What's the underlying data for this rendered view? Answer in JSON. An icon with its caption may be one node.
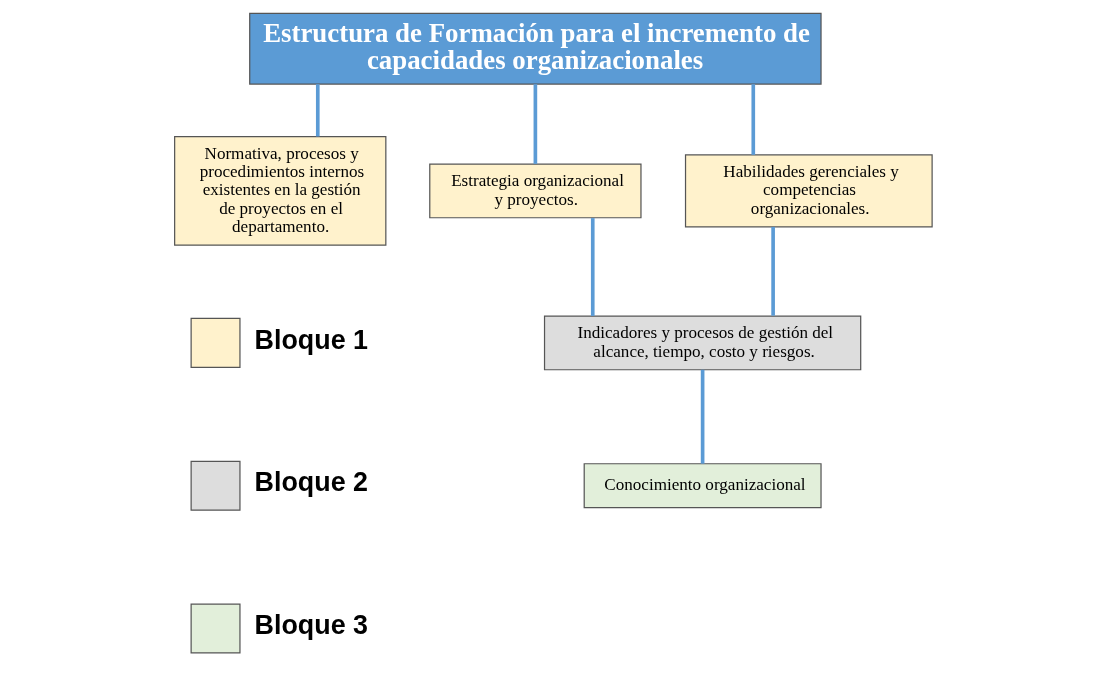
{
  "diagram": {
    "nodes": [
      {
        "text": [
          "Estructura de Formación para el incremento de capacidades organizacionales"
        ]
      },
      {
        "text": [
          "Normativa, procesos y procedimientos internos existentes en la gestión de proyectos en el departamento."
        ]
      },
      {
        "text": [
          "Estrategia organizacional y proyectos."
        ]
      },
      {
        "text": [
          "Habilidades gerenciales y competencias organizacionales."
        ]
      },
      {
        "text": [
          "Indicadores y procesos de gestión del alcance, tiempo, costo y riesgos."
        ]
      },
      {
        "text": [
          "Conocimiento organizacional"
        ]
      }
    ],
    "edges": [
      {
        "from": 0,
        "to": 1,
        "arrow": "none"
      },
      {
        "from": 0,
        "to": 2,
        "arrow": "none"
      },
      {
        "from": 0,
        "to": 3,
        "arrow": "none"
      },
      {
        "from": 2,
        "to": 4,
        "arrow": "none"
      },
      {
        "from": 3,
        "to": 4,
        "arrow": "none"
      },
      {
        "from": 4,
        "to": 5,
        "arrow": "none"
      }
    ],
    "legend": [
      {
        "text": "Bloque 1",
        "color": "#fff2cc"
      },
      {
        "text": "Bloque 2",
        "color": "#dddddd"
      },
      {
        "text": "Bloque 3",
        "color": "#e2efda"
      }
    ]
  }
}
